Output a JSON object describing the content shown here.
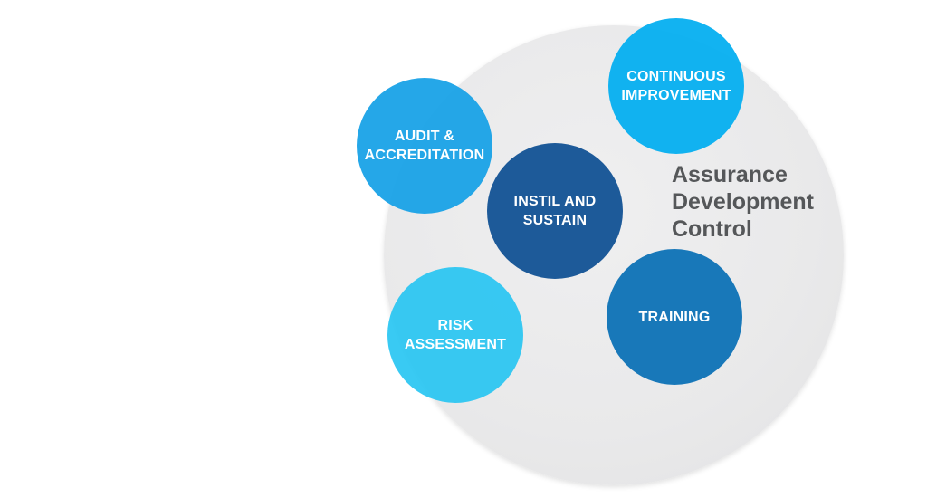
{
  "diagram": {
    "title_lines": "Assurance\nDevelopment\nControl",
    "nodes": {
      "audit": "AUDIT &\nACCREDITATION",
      "continuous": "CONTINUOUS\nIMPROVEMENT",
      "instil": "INSTIL AND\nSUSTAIN",
      "risk": "RISK\nASSESSMENT",
      "training": "TRAINING"
    },
    "colors": {
      "container": "#e9e9ea",
      "audit": "#12a0e6",
      "continuous": "#03aef0",
      "instil": "#1d5a99",
      "risk": "#24c4f2",
      "training": "#1878b9",
      "title_text": "#555759"
    }
  }
}
